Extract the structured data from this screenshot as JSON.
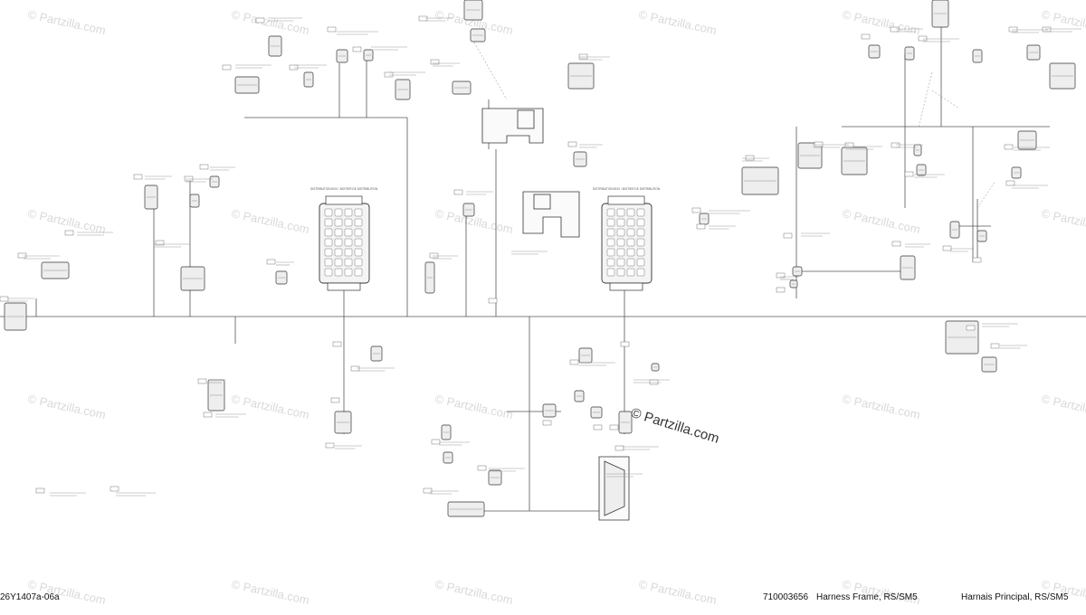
{
  "footer": {
    "drawing_id": "26Y1407a-06a",
    "part_number": "710003656",
    "title_en": "Harness Frame, RS/SM5",
    "title_fr": "Harnais Principal, RS/SM5"
  },
  "watermark": {
    "text": "© Partzilla.com",
    "prominent_text": "© Partzilla.com"
  },
  "labels": {
    "fuse_box_left_title": "DISTRIBUTION BOX / BOITIER DE DISTRIBUTION",
    "fuse_box_right_title": "DISTRIBUTION BOX / BOITIER DE DISTRIBUTION"
  },
  "colors": {
    "line": "#333333",
    "watermark": "#d9d9d9",
    "background": "#ffffff"
  }
}
